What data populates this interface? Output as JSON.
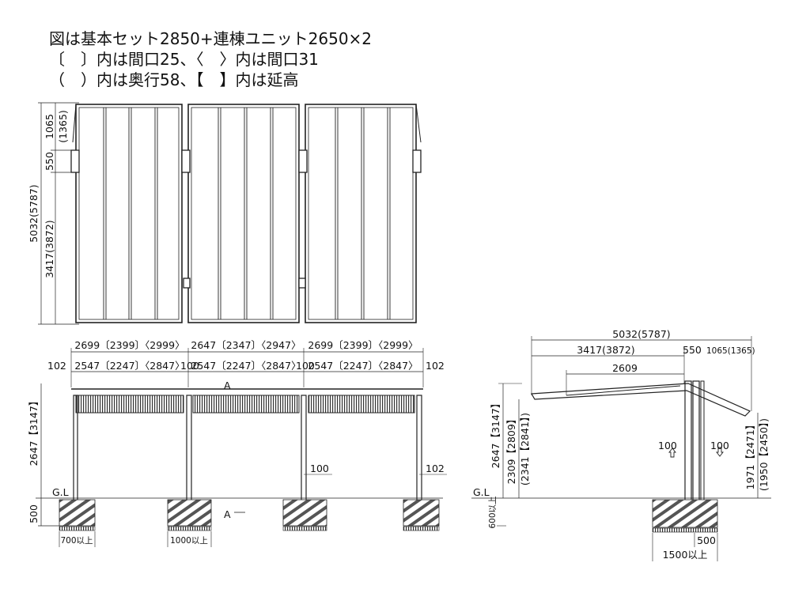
{
  "header": {
    "line1": "図は基本セット2850+連棟ユニット2650×2",
    "line2": "〔　〕内は間口25、〈　〉内は間口31",
    "line3": "（　）内は奥行58、【　】内は延高"
  },
  "plan": {
    "depth_total": "5032(5787)",
    "depth_front": "1065",
    "depth_front_alt": "(1365)",
    "depth_mid": "550",
    "depth_rear": "3417(3872)"
  },
  "front": {
    "span1": "2699〔2399〕〈2999〉",
    "span2": "2647〔2347〕〈2947〉",
    "span3": "2699〔2399〕〈2999〉",
    "inner1": "2547〔2247〕〈2847〉",
    "inner2": "2547〔2247〕〈2847〉",
    "inner3": "2547〔2247〕〈2847〉",
    "overhang_left": "102",
    "post_gap1": "100",
    "post_gap2": "100",
    "overhang_right": "102",
    "height": "2647【3147】",
    "post_width": "100",
    "right_offset": "102",
    "section_mark_top": "A",
    "section_mark_bottom": "A",
    "gl": "G.L",
    "footing_depth": "500",
    "footing_width_1": "700以上",
    "footing_width_2": "1000以上"
  },
  "side": {
    "total": "5032(5787)",
    "rear": "3417(3872)",
    "mid": "550",
    "front": "1065(1365)",
    "beam": "2609",
    "height_total": "2647【3147】",
    "height_rear": "2309【2809】",
    "height_rear_alt": "(2341【2841】)",
    "height_front": "1971【2471】",
    "height_front_alt": "(1950【2450】)",
    "post_left": "100",
    "post_right": "100",
    "gl": "G.L",
    "footing_depth": "600以上",
    "footing_width": "500",
    "footing_total": "1500以上"
  }
}
